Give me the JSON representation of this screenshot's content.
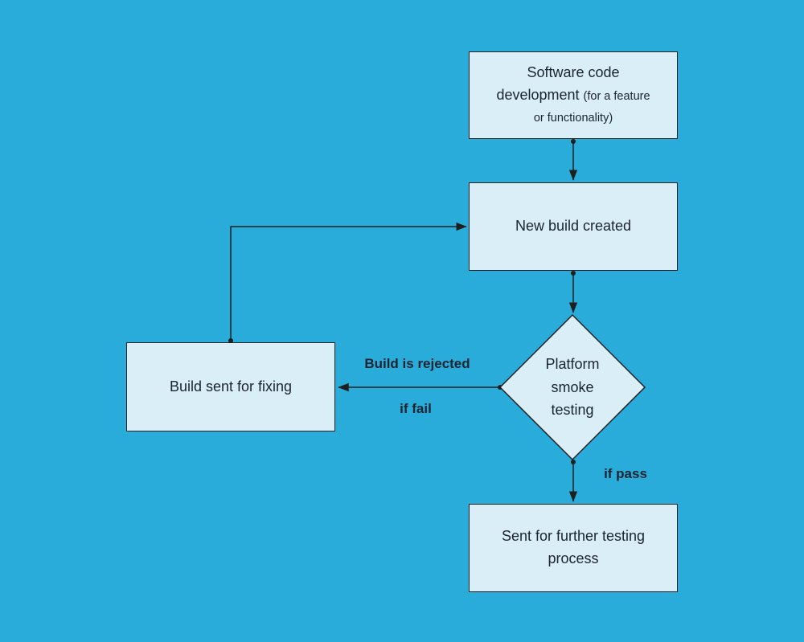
{
  "theme": {
    "bg": "#2aacda",
    "node_fill": "#d9eef7",
    "node_border": "#1f1f1f",
    "line_color": "#1f1f1f",
    "text_color": "#1b2430"
  },
  "diagram": {
    "type": "flowchart",
    "nodes": {
      "software_dev": {
        "title": "Software code development",
        "subtitle": "(for a feature or functionality)",
        "shape": "rectangle"
      },
      "new_build": {
        "label": "New build created",
        "shape": "rectangle"
      },
      "smoke_test": {
        "label": "Platform smoke testing",
        "shape": "diamond"
      },
      "build_fix": {
        "label": "Build sent for fixing",
        "shape": "rectangle"
      },
      "further_testing": {
        "label": "Sent for further testing process",
        "shape": "rectangle"
      }
    },
    "edges": [
      {
        "from": "software_dev",
        "to": "new_build",
        "label": ""
      },
      {
        "from": "new_build",
        "to": "smoke_test",
        "label": ""
      },
      {
        "from": "smoke_test",
        "to": "build_fix",
        "label": "Build is rejected / if fail"
      },
      {
        "from": "smoke_test",
        "to": "further_testing",
        "label": "if pass"
      },
      {
        "from": "build_fix",
        "to": "new_build",
        "label": ""
      }
    ],
    "edge_labels": {
      "rejected": "Build is rejected",
      "if_fail": "if fail",
      "if_pass": "if pass"
    }
  }
}
